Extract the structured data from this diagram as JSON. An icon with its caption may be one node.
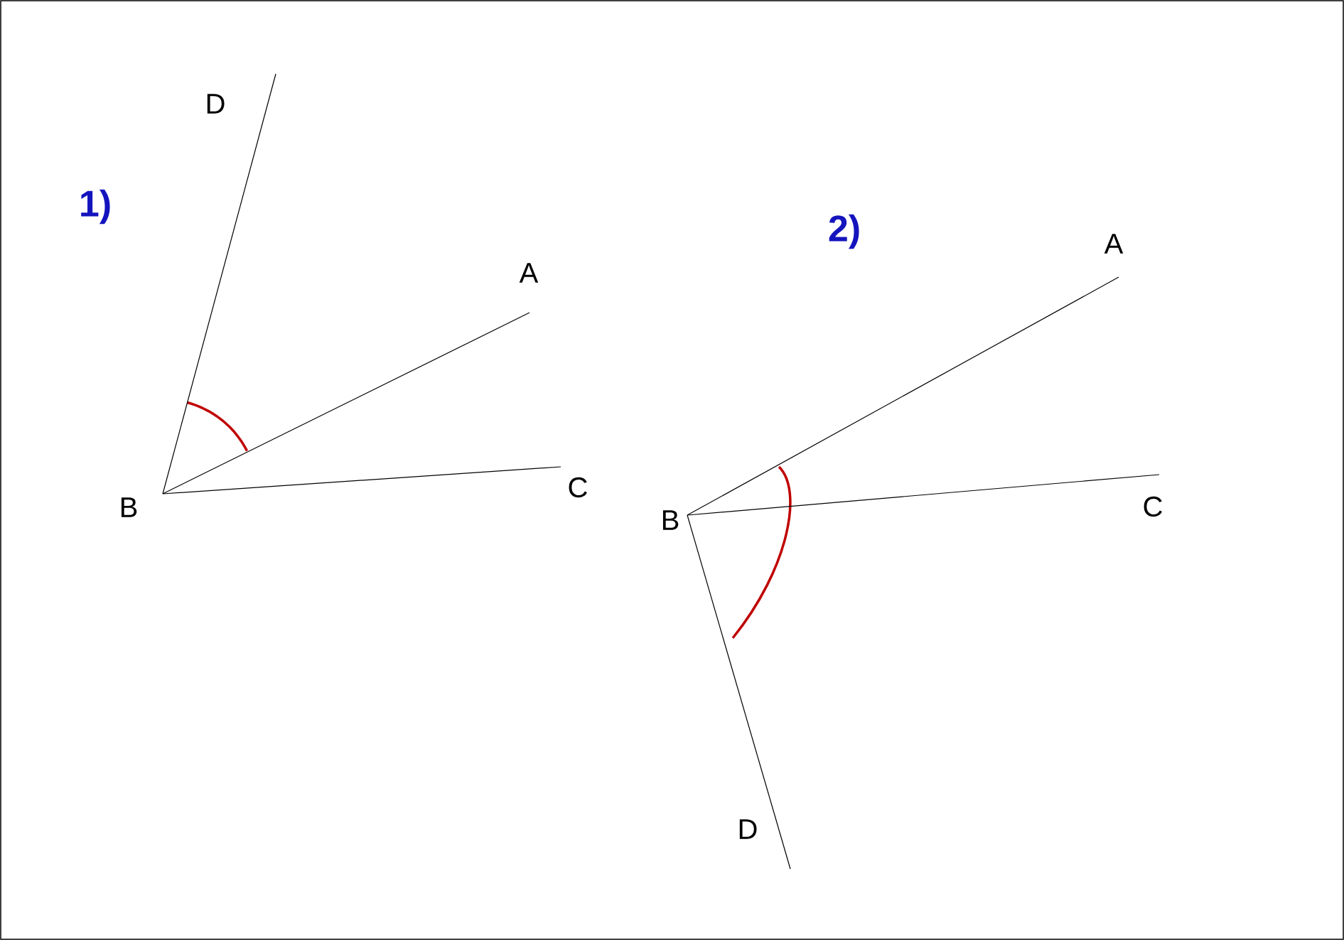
{
  "diagram": {
    "nodes": [
      {
        "text": [
          "D"
        ]
      },
      {
        "text": [
          "A"
        ]
      },
      {
        "text": [
          "B"
        ]
      },
      {
        "text": [
          "C"
        ]
      },
      {
        "text": [
          "A"
        ]
      },
      {
        "text": [
          "B"
        ]
      },
      {
        "text": [
          "C"
        ]
      },
      {
        "text": [
          "D"
        ]
      }
    ],
    "edges": [
      {
        "from": 2,
        "to": 0,
        "arrow": "none"
      },
      {
        "from": 2,
        "to": 1,
        "arrow": "none"
      },
      {
        "from": 2,
        "to": 3,
        "arrow": "none"
      },
      {
        "from": 5,
        "to": 4,
        "arrow": "none"
      },
      {
        "from": 5,
        "to": 6,
        "arrow": "none"
      },
      {
        "from": 5,
        "to": 7,
        "arrow": "none"
      }
    ],
    "labels": [
      "1)",
      "2)"
    ]
  }
}
